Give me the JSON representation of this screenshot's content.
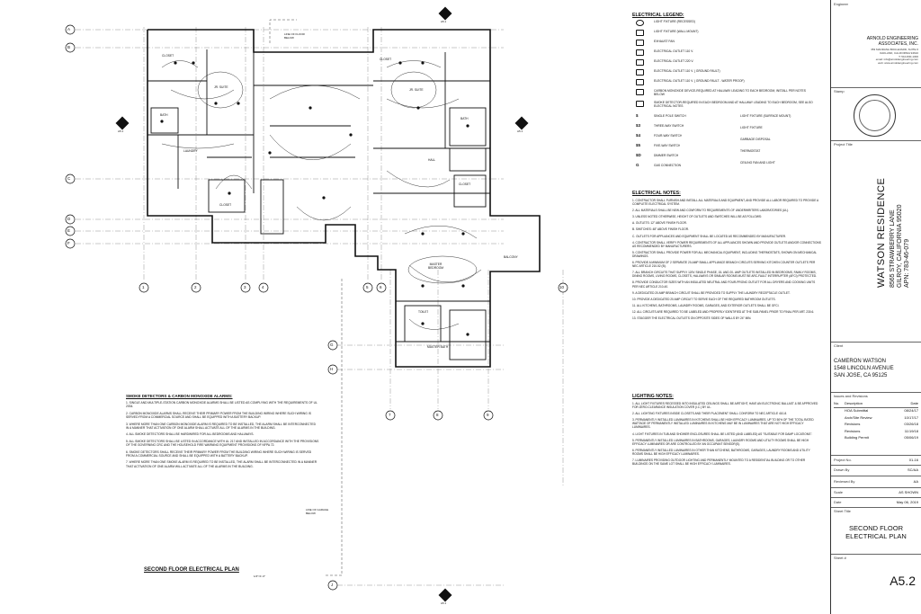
{
  "plan": {
    "title": "SECOND FLOOR ELECTRICAL PLAN",
    "scale": "1/4\"=1'-0\"",
    "grid_rows": [
      "A",
      "B",
      "C",
      "D",
      "E",
      "F",
      "G",
      "H",
      "J"
    ],
    "grid_cols": [
      "1",
      "2",
      "3",
      "4",
      "5",
      "6",
      "7",
      "8",
      "9",
      "10"
    ],
    "rooms": {
      "closet1": "CLOSET",
      "jr_suite1": "JR. SUITE",
      "bath1": "BATH",
      "laundry": "LAUNDRY",
      "closet2": "CLOSET",
      "closet3": "CLOSET",
      "jr_suite2": "JR. SUITE",
      "bath2": "BATH",
      "hall": "HALL",
      "closet4": "CLOSET",
      "master_bedroom": "MASTER\nBEDROOM",
      "balcony": "BALCONY",
      "toilet": "TOILET",
      "master_bath": "MASTER BATH"
    },
    "notes": {
      "line_of_floor": "LINE OF FLOOR\nBELOW",
      "line_of_garage": "LINE OF GARAGE\nBELOW"
    },
    "section_marks": [
      "A5.1",
      "A5.1",
      "A5.1",
      "A5.1"
    ]
  },
  "smoke": {
    "heading": "SMOKE DETECTORS & CARBON MONOXIDE ALARMS:",
    "items": [
      "1. SINGLE AND MULTIPLE-STATION CARBON MONOXIDE ALARMS SHALL BE LISTED AS COMPLYING WITH THE REQUIREMENTS OF UL 2034.",
      "2. CARBON MONOXIDE ALARMS SHALL RECEIVE THEIR PRIMARY POWER FROM THE BUILDING WIRING WHERE SUCH WIRING IS SERVED FROM A COMMERCIAL SOURCE AND SHALL BE EQUIPPED WITH A BATTERY BACKUP.",
      "3. WHERE MORE THAN ONE CARBON MONOXIDE ALARM IS REQUIRED TO BE INSTALLED, THE ALARM SHALL BE INTERCONNECTED IN A MANNER THAT ACTIVATION OF ONE ALARM SHALL ACTIVATE ALL OF THE ALARMS IN THE BUILDING.",
      "4. ALL SMOKE DETECTORS SHALL BE HARDWIRED FOR ALL BEDROOMS AND HALLWAYS.",
      "5. ALL SMOKE DETECTORS SHALL BE LISTED IN ACCORDANCE WITH UL 217 AND INSTALLED IN ACCORDANCE WITH THE PROVISIONS OF THE GOVERNING CRC AND THE HOUSEHOLD FIRE WARNING EQUIPMENT PROVISIONS OF NFPA 72.",
      "6. SMOKE DETECTORS SHALL RECEIVE THEIR PRIMARY POWER FROM THE BUILDING WIRING WHERE SUCH WIRING IS SERVED FROM A COMMERCIAL SOURCE AND SHALL BE EQUIPPED WITH A BATTERY BACKUP.",
      "7. WHERE MORE THAN ONE SMOKE ALARM IS REQUIRED TO BE INSTALLED, THE ALARM SHALL BE INTERCONNECTED IN A MANNER THAT ACTIVATION OF ONE ALARM WILL ACTIVATE ALL OF THE ALARMS IN THE BUILDING."
    ]
  },
  "legend": {
    "heading": "ELECTRICAL LEGEND:",
    "items": [
      "LIGHT FIXTURE (RECESSED)",
      "LIGHT FIXTURE (WALL MOUNT)",
      "EXHAUST FAN",
      "ELECTRICAL OUTLET 110 V.",
      "ELECTRICAL OUTLET 220 V.",
      "ELECTRICAL OUTLET 110 V. ( GROUND FAULT)",
      "ELECTRICAL OUTLET 110 V. ( GROUND FAULT - WATER PROOF)",
      "CARBON MONOXIDE DEVICE-REQUIRED AT HALLWAY LEADING TO EACH BEDROOM, INSTALL PER NOTES BELOW",
      "SMOKE DETECTOR-REQUIRED IN EACH BEDROOM AND AT HALLWAY LEADING TO EACH BEDROOM, SEE ALSO ELECTRICAL NOTES"
    ],
    "switches": [
      "SINGLE POLE SWITCH",
      "THREE-WAY SWITCH",
      "FOUR-WAY SWITCH",
      "FIVE-WAY SWITCH",
      "DIMMER SWITCH",
      "GAS CONNECTION"
    ],
    "switch_syms": [
      "$",
      "$3",
      "$4",
      "$5",
      "$D",
      "G"
    ],
    "fixtures": [
      "LIGHT FIXTURE (SURFACE MOUNT)",
      "LIGHT FIXTURE",
      "GARBAGE DISPOSAL",
      "THERMOSTAT",
      "CEILING FAN AND LIGHT"
    ]
  },
  "enotes": {
    "heading": "ELECTRICAL NOTES:",
    "items": [
      "1. CONTRACTOR SHALL FURNISH AND INSTALL ALL MATERIALS AND EQUIPMENT, AND PROVIDE ALL LABOR REQUIRED TO PROVIDE A COMPLETE ELECTRICAL SYSTEM.",
      "2. ALL MATERIALS SHALL BE NEW AND CONFORM TO REQUIREMENTS OF UNDERWRITERS LABORATORIES (UL).",
      "3. UNLESS NOTED OTHERWISE, HEIGHT OF OUTLETS AND SWITCHES WILL BE AS FOLLOWS:",
      "   A. OUTLETS: 12\" ABOVE FINISH FLOOR.",
      "   B. SWITCHES: 48\" ABOVE FINISH FLOOR.",
      "   C. OUTLETS FOR APPLIANCES AND EQUIPMENT SHALL BE LOCATED AS RECOMMENDED BY MANUFACTURER.",
      "4. CONTRACTOR SHALL VERIFY POWER REQUIREMENTS OF ALL APPLIANCES SHOWN AND PROVIDE OUTLETS AND/OR CONNECTIONS AS RECOMMENDED BY MANUFACTURERS.",
      "5. CONTRACTOR SHALL PROVIDE POWER FOR ALL MECHANICAL EQUIPMENT, INCLUDING THERMOSTATS, SHOWN ON MECHANICAL DRAWINGS.",
      "6. PROVIDE A MINIMUM OF 2 SEPARATE 20-AMP SMALL APPLIANCE BRANCH CIRCUITS SERVING KITCHEN COUNTER OUTLETS PER NEC ARTICLE 210-52 (B).",
      "7. ALL BRANCH CIRCUITS THAT SUPPLY 120V SINGLE PHASE, 15- AND 20- AMP OUTLETS INSTALLED IN BEDROOMS, FAMILY ROOMS, DINING ROOMS, LIVING ROOMS, CLOSETS, HALLWAYS OR SIMILAR ROOMS MUST BE ARC-FAULT INTERRUPTER (AFCI) PROTECTED.",
      "8. PROVIDE CONDUCTOR SIZES WITH AN INSULATED NEUTRAL AND FOUR-PRONG OUTLET FOR ALL DRYERS AND COOKING UNITS PER NEC ARTICLE 210-40.",
      "9. A DEDICATED 20 AMP BRANCH CIRCUIT SHALL BE PROVIDED TO SUPPLY THE LAUNDRY RECEPTACLE OUTLET.",
      "10. PROVIDE A DEDICATED 20 AMP CIRCUIT TO SERVE EACH OF THE REQUIRED BATHROOM OUTLETS.",
      "11. ALL KITCHENS, BATHROOMS, LAUNDRY ROOMS, GARAGES, AND EXTERIOR OUTLETS SHALL BE GFCI.",
      "12. ALL CIRCUITS ARE REQUIRED TO BE LABELED AND PROPERLY IDENTIFIED AT THE SUB-PANEL PRIOR TO FINAL PER ART. 230.6.",
      "13. STAGGER THE ELECTRICAL OUTLETS ON OPPOSITE SIDES OF WALLS BY 24\" MIN."
    ]
  },
  "lnotes": {
    "heading": "LIGHTING NOTES:",
    "items": [
      "1. ALL LIGHT FIXTURES RECESSED INTO INSULATED CEILINGS SHALL BE AIRTIGHT, HAVE AN ELECTRONIC BALLAST & BE APPROVED FOR ZERO-CLEARANCE INSULATION COVER (I.C.) BY UL.",
      "2. ALL LIGHTING FIXTURES INSIDE CLOSETS AND THEIR PLACEMENT SHALL CONFORM TO NEC ARTICLE 410-8.",
      "3. PERMANENTLY INSTALLED LUMINAIRES IN KITCHENS SHALL BE HIGH EFFICACY LUMINAIRES. UP TO 50% OF THE TOTAL RATED WATTAGE OF PERMANENTLY INSTALLED LUMINAIRES IN KITCHENS MAY BE IN LUMINAIRES THAT ARE NOT HIGH EFFICACY LUMINAIRES.",
      "4. LIGHT FIXTURES IN TUB AND SHOWER ENCLOSURES SHALL BE LISTED (AND LABELED) AS \"SUITABLE FOR DAMP LOCATIONS\".",
      "5. PERMANENTLY INSTALLED LUMINAIRES IN BATHROOMS, GARAGES, LAUNDRY ROOMS AND UTILITY ROOMS SHALL BE HIGH EFFICACY LUMINAIRES OR ARE CONTROLLED BY AN OCCUPANT SENSOR(S).",
      "6. PERMANENTLY INSTALLED LUMINAIRES IN OTHER THAN KITCHENS, BATHROOMS, GARAGES, LAUNDRY ROOMS AND UTILITY ROOMS SHALL BE HIGH EFFICACY LUMINAIRES.",
      "7. LUMINAIRES PROVIDING OUTDOOR LIGHTING AND PERMANENTLY MOUNTED TO A RESIDENTIAL BUILDING OR TO OTHER BUILDINGS ON THE SAME LOT SHALL BE HIGH EFFICACY LUMINAIRES."
    ]
  },
  "titleblock": {
    "engineer_label": "Engineer",
    "engineer_name": "ARNOLD ENGINEERING\nASSOCIATES, INC.",
    "engineer_addr": "353 MANDANA BOULEVARD, SUITE 6\nOAKLAND, CALIFORNIA 94610\nT: 510-830-1300\nemail: info@arnoldengineering.com\nweb: www.arnoldengineering.com",
    "stamp_label": "Stamp",
    "project_label": "Project Title",
    "project_name": "WATSON RESIDENCE",
    "project_addr": "8565 STRAWBERRY LANE",
    "project_city": "GILROY, CALIFORNIA 95020",
    "project_apn": "APN: 783-46-079",
    "client_label": "Client",
    "client_name": "CAMERON WATSON",
    "client_addr1": "1548 LINCOLN AVENUE",
    "client_addr2": "SAN JOSE, CA 95125",
    "issues_label": "Issues and Revisions",
    "issues_cols": [
      "No.",
      "Description",
      "Date"
    ],
    "issues": [
      {
        "d": "HOA Submittal",
        "t": "08/24/17"
      },
      {
        "d": "Arch/Site Review",
        "t": "10/17/17"
      },
      {
        "d": "Revisions",
        "t": "03/26/18"
      },
      {
        "d": "Revisions",
        "t": "11/19/18"
      },
      {
        "d": "Building Permit",
        "t": "05/06/19"
      }
    ],
    "project_no_label": "Project No.",
    "project_no": "01-16",
    "drawn_label": "Drawn By",
    "drawn": "SC/AA",
    "reviewed_label": "Reviewed By",
    "reviewed": "AA",
    "scale_label": "Scale",
    "scale": "AS SHOWN",
    "date_label": "Date",
    "date": "May 06, 2019",
    "sheet_title_label": "Sheet Title",
    "sheet_title": "SECOND FLOOR\nELECTRICAL PLAN",
    "sheet_no_label": "Sheet #",
    "sheet_no": "A5.2"
  }
}
